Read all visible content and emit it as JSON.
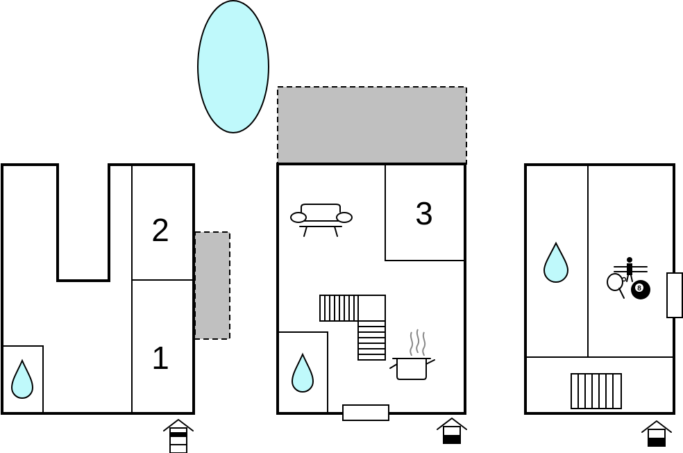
{
  "colors": {
    "water": "#bff9fb",
    "terrace": "#c0c0c0",
    "wall": "#000000",
    "background": "#ffffff"
  },
  "rooms": {
    "room_1": "1",
    "room_2": "2",
    "room_3": "3"
  },
  "billiard_ball": "8",
  "icons": [
    "pool-icon",
    "terrace-icon",
    "bathroom-icon",
    "sofa-icon",
    "stairs-icon",
    "kitchen-icon",
    "foosball-icon",
    "ping-pong-icon",
    "billiard-icon",
    "radiator-icon",
    "entrance-icon"
  ]
}
